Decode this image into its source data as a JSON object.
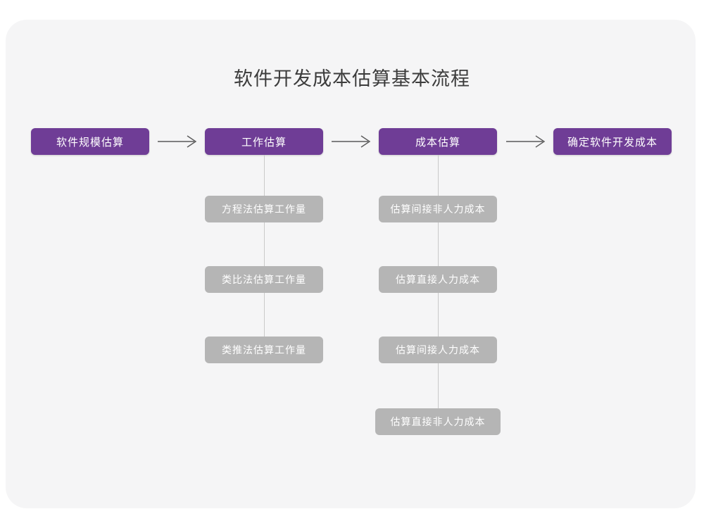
{
  "diagram": {
    "title": "软件开发成本估算基本流程",
    "colors": {
      "accent": "#6f3d96",
      "sub_node": "#b5b5b5",
      "card_background": "#f5f5f6",
      "page_background": "#ffffff",
      "connector": "#c9c9c9",
      "title_text": "#3c3c3c",
      "node_text": "#ffffff"
    },
    "stages": [
      {
        "label": "软件规模估算"
      },
      {
        "label": "工作估算"
      },
      {
        "label": "成本估算"
      },
      {
        "label": "确定软件开发成本"
      }
    ],
    "connectors": [
      {
        "name": "arrow-right-icon"
      },
      {
        "name": "arrow-right-icon"
      },
      {
        "name": "arrow-right-icon"
      }
    ],
    "branches": {
      "work_estimation": [
        "方程法估算工作量",
        "类比法估算工作量",
        "类推法估算工作量"
      ],
      "cost_estimation": [
        "估算间接非人力成本",
        "估算直接人力成本",
        "估算间接人力成本",
        "估算直接非人力成本"
      ]
    }
  }
}
